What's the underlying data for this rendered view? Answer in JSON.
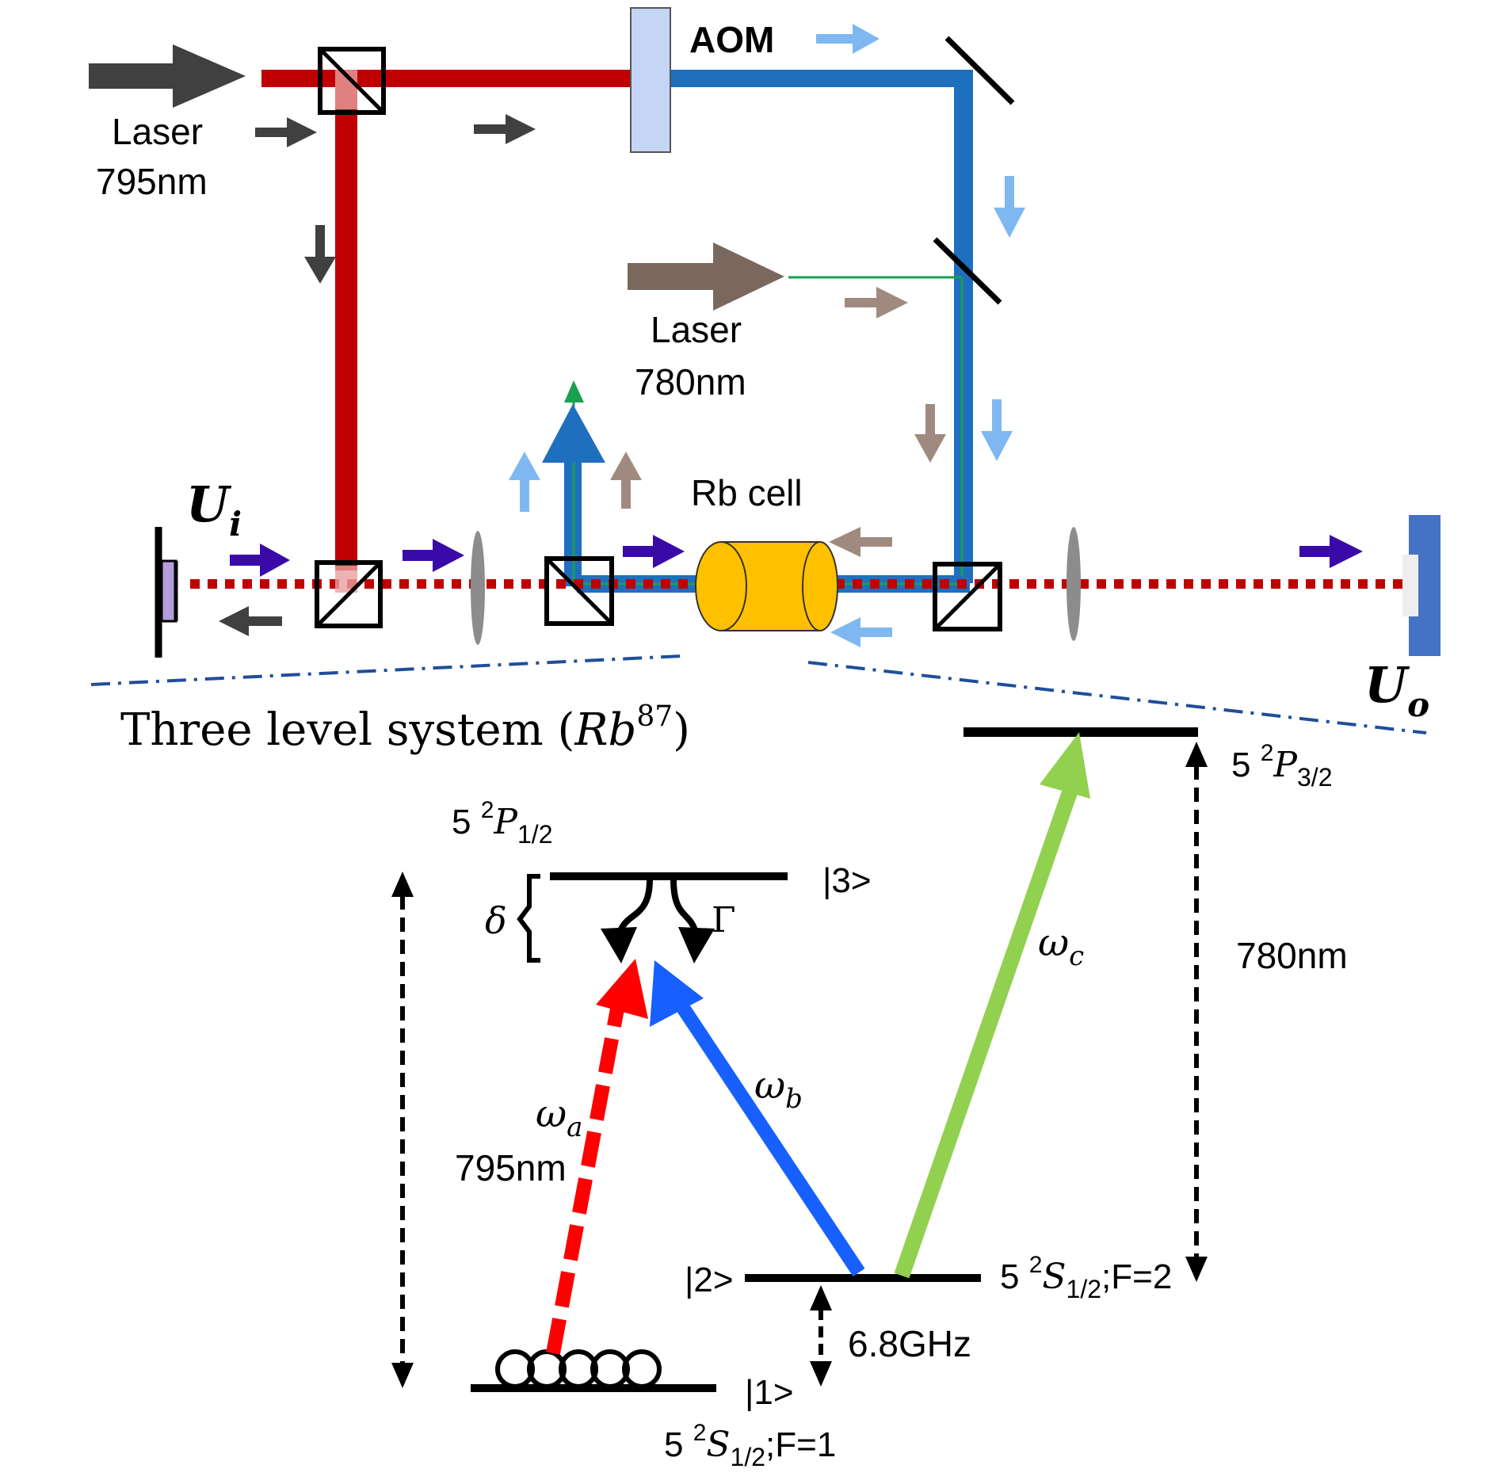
{
  "labels": {
    "aom": "AOM",
    "laser795_line1": "Laser",
    "laser795_line2": "795nm",
    "laser780_line1": "Laser",
    "laser780_line2": "780nm",
    "rb_cell": "Rb cell",
    "u_in_main": "U",
    "u_in_sub": "i",
    "u_out_main": "U",
    "u_out_sub": "o",
    "three_level_prefix": "Three level system (",
    "three_level_rb": "Rb",
    "three_level_sup": "87",
    "three_level_suffix": ")"
  },
  "levels": {
    "p12": {
      "n": "5 ",
      "sup": "2",
      "sym": "P",
      "sub": "1/2",
      "suffix": ""
    },
    "p32": {
      "n": "5 ",
      "sup": "2",
      "sym": "P",
      "sub": "3/2",
      "suffix": ""
    },
    "s12_f2": {
      "n": "5 ",
      "sup": "2",
      "sym": "S",
      "sub": "1/2",
      "suffix": ";F=2"
    },
    "s12_f1": {
      "n": "5 ",
      "sup": "2",
      "sym": "S",
      "sub": "1/2",
      "suffix": ";F=1"
    },
    "ket3": "|3>",
    "ket2": "|2>",
    "ket1": "|1>",
    "delta": "δ",
    "gamma": "Γ"
  },
  "transitions": {
    "omega_a": "ω",
    "omega_a_sub": "a",
    "omega_b": "ω",
    "omega_b_sub": "b",
    "omega_c": "ω",
    "omega_c_sub": "c",
    "wl_795": "795nm",
    "wl_780": "780nm",
    "hyperfine": "6.8GHz"
  },
  "colors": {
    "red_beam": "#c00000",
    "blue_beam": "#1f6fbf",
    "light_blue_arrow": "#7fb8f0",
    "tan_arrow": "#a08a80",
    "laser780_arrow": "#7a685f",
    "dark_arrow": "#404040",
    "purple_arrow": "#3a0aa8",
    "green_beam": "#1aa050",
    "rb_cell": "#ffc000",
    "aom": "#c5d5f5",
    "detector_out": "#4472c4",
    "detector_in": "#b39ddb",
    "probe_red": "#ff0000",
    "probe_blue": "#1760ff",
    "coupling_green": "#92d050",
    "dashdot": "#1f4e9a"
  }
}
